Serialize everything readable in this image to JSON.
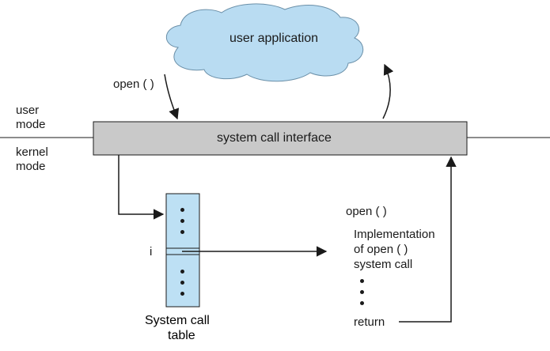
{
  "cloud_label": "user application",
  "open_call_label": "open ( )",
  "user_mode_label": [
    "user",
    "mode"
  ],
  "kernel_mode_label": [
    "kernel",
    "mode"
  ],
  "interface_label": "system call interface",
  "index_label": "i",
  "table_caption": [
    "System call",
    "table"
  ],
  "impl_title": "open ( )",
  "impl_label": [
    "Implementation",
    "of open ( )",
    "system call"
  ],
  "return_label": "return",
  "colors": {
    "cloud_fill": "#b9dcf2",
    "interface_fill": "#c9c9c9",
    "table_fill": "#bde0f4",
    "stroke": "#1a1a1a"
  }
}
